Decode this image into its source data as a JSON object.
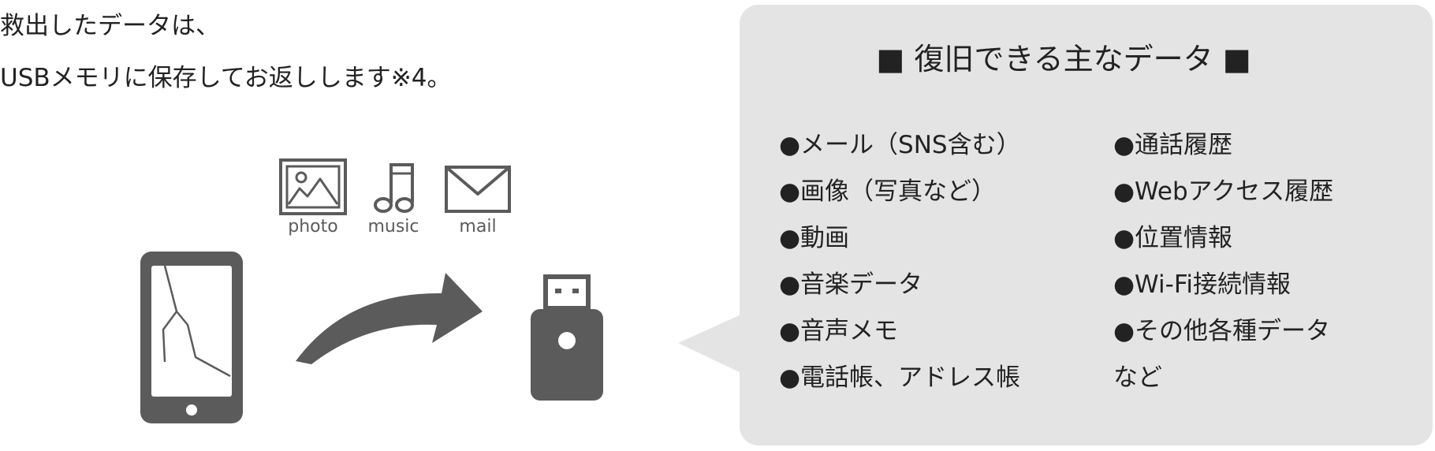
{
  "intro": {
    "line1": "救出したデータは、",
    "line2": "USBメモリに保存してお返しします※4。"
  },
  "icons": {
    "photo": {
      "icon": "photo-icon",
      "label": "photo"
    },
    "music": {
      "icon": "music-note-icon",
      "label": "music"
    },
    "mail": {
      "icon": "mail-envelope-icon",
      "label": "mail"
    },
    "phone": {
      "icon": "cracked-smartphone-icon"
    },
    "arrow": {
      "icon": "curved-arrow-icon"
    },
    "usb": {
      "icon": "usb-memory-icon"
    }
  },
  "panel": {
    "title": "■ 復旧できる主なデータ ■",
    "left_items": [
      "●メール（SNS含む）",
      "●画像（写真など）",
      "●動画",
      "●音楽データ",
      "●音声メモ",
      "●電話帳、アドレス帳"
    ],
    "right_items": [
      "●通話履歴",
      "●Webアクセス履歴",
      "●位置情報",
      "●Wi-Fi接続情報",
      "●その他各種データ",
      "など"
    ]
  },
  "colors": {
    "text": "#222222",
    "icon_gray": "#5b5b5b",
    "panel_background": "#e4e4e4",
    "background": "#ffffff"
  }
}
